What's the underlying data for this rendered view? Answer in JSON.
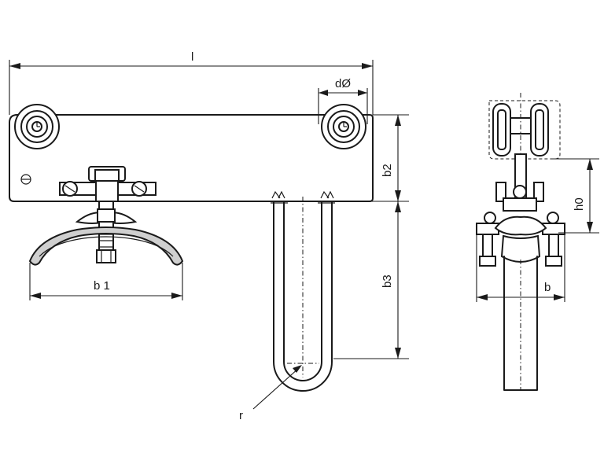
{
  "labels": {
    "l": "l",
    "d": "dØ",
    "b2": "b2",
    "b3": "b3",
    "b1": "b 1",
    "r": "r",
    "h0": "h0",
    "b": "b"
  }
}
